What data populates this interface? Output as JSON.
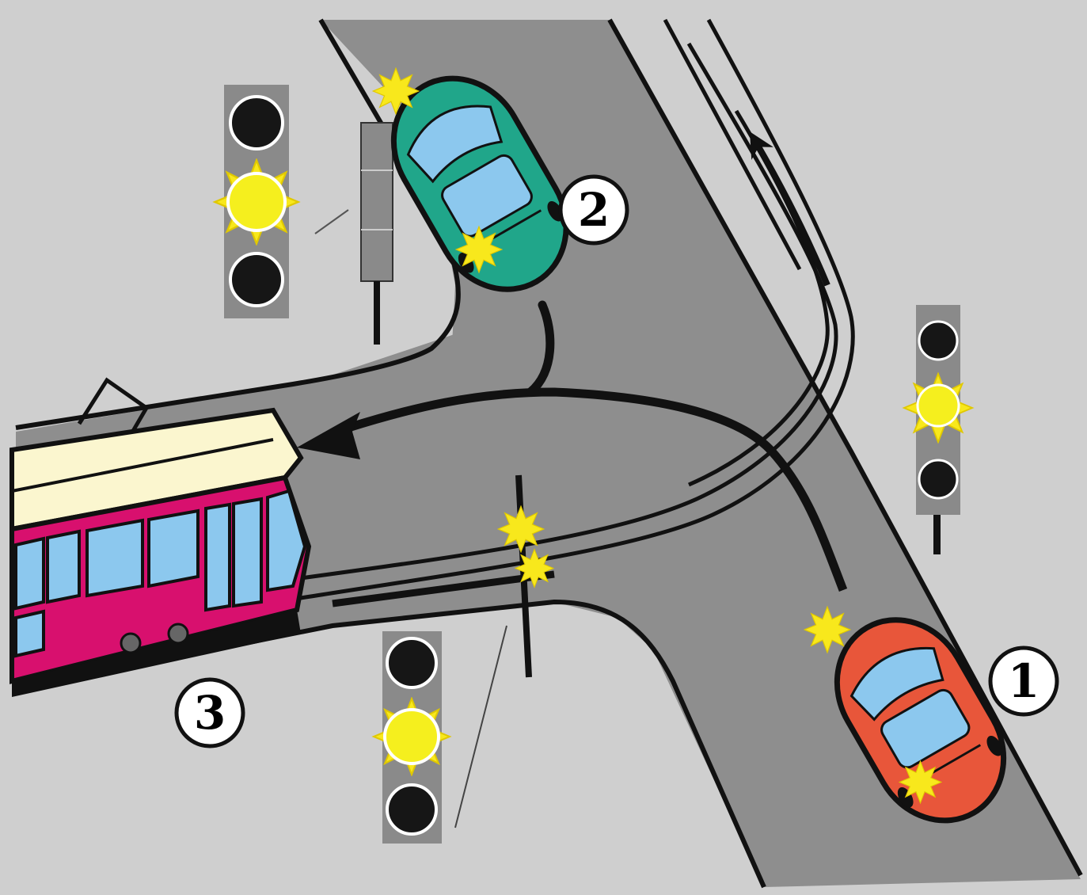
{
  "diagram": {
    "colors": {
      "background": "#cfcfcf",
      "road": "#8e8e8e",
      "outline": "#111111",
      "signal_housing": "#8a8a8a",
      "signal_off": "#161616",
      "signal_yellow": "#f5ef1e",
      "flash": "#f8e81c",
      "car_1": "#e8563a",
      "car_2": "#20a68a",
      "tram_roof": "#fbf6cf",
      "tram_body": "#d8106e",
      "glass": "#8cc8ee"
    },
    "traffic_lights": [
      {
        "id": "light-top-left",
        "lamps": [
          "off",
          "flashing-yellow",
          "off"
        ]
      },
      {
        "id": "light-right",
        "lamps": [
          "off",
          "flashing-yellow",
          "off"
        ]
      },
      {
        "id": "light-bottom",
        "lamps": [
          "off",
          "flashing-yellow",
          "off"
        ]
      }
    ],
    "vehicles": [
      {
        "id": "car-1",
        "kind": "car",
        "label": "1",
        "color": "red"
      },
      {
        "id": "car-2",
        "kind": "car",
        "label": "2",
        "color": "green"
      },
      {
        "id": "tram-3",
        "kind": "tram",
        "label": "3",
        "color": "magenta"
      }
    ],
    "labels": {
      "one": "1",
      "two": "2",
      "three": "3"
    }
  }
}
